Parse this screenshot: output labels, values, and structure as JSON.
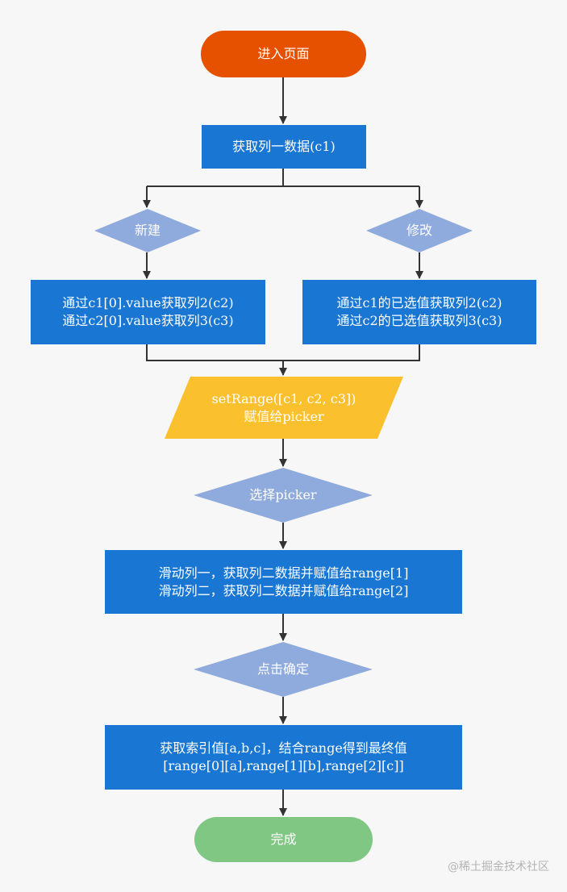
{
  "diagram": {
    "start": {
      "label": "进入页面"
    },
    "get_c1": {
      "label": "获取列一数据(c1)"
    },
    "decision_new": {
      "label": "新建"
    },
    "decision_edit": {
      "label": "修改"
    },
    "new_process": {
      "line1": "通过c1[0].value获取列2(c2)",
      "line2": "通过c2[0].value获取列3(c3)"
    },
    "edit_process": {
      "line1": "通过c1的已选值获取列2(c2)",
      "line2": "通过c2的已选值获取列3(c3)"
    },
    "set_range": {
      "line1": "setRange([c1, c2, c3])",
      "line2": "赋值给picker"
    },
    "select_picker": {
      "label": "选择picker"
    },
    "slide_process": {
      "line1": "滑动列一，获取列二数据并赋值给range[1]",
      "line2": "滑动列二，获取列二数据并赋值给range[2]"
    },
    "confirm": {
      "label": "点击确定"
    },
    "result_process": {
      "line1": "获取索引值[a,b,c]，结合range得到最终值",
      "line2": "[range[0][a],range[1][b],range[2][c]]"
    },
    "end": {
      "label": "完成"
    }
  },
  "watermark": "@稀土掘金技术社区",
  "colors": {
    "start": "#e65100",
    "process": "#1976d2",
    "decision": "#8faadc",
    "io": "#fbc02d",
    "end": "#81c784",
    "connector": "#333333",
    "background": "#f7f7f7"
  }
}
